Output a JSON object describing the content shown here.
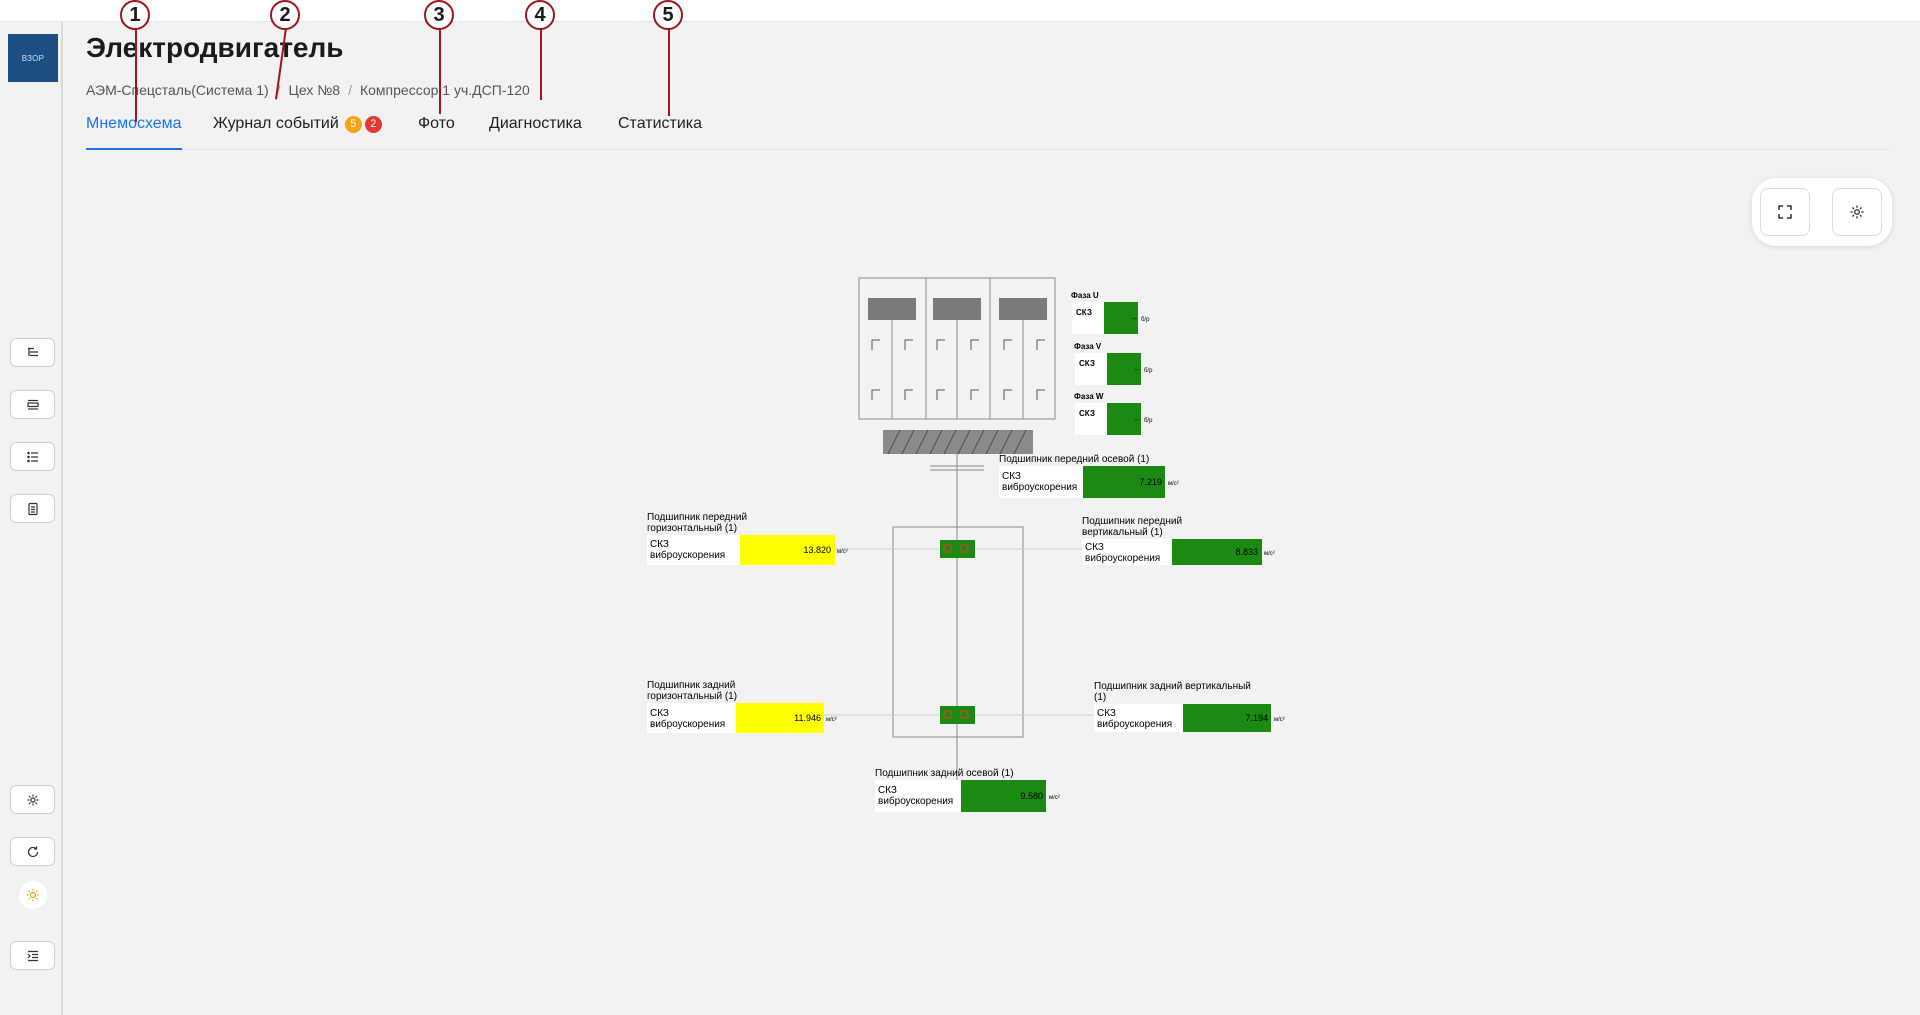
{
  "app": {
    "logo_text": "ВЗОР"
  },
  "header": {
    "title": "Электродвигатель",
    "breadcrumb": [
      "АЭМ-Спецсталь(Система 1)",
      "Цех №8",
      "Компрессор 1 уч.ДСП-120"
    ],
    "separator": "/"
  },
  "tabs": [
    {
      "label": "Мнемосхема",
      "active": true
    },
    {
      "label": "Журнал событий",
      "badges": [
        "5",
        "2"
      ]
    },
    {
      "label": "Фото"
    },
    {
      "label": "Диагностика"
    },
    {
      "label": "Статистика"
    }
  ],
  "annotations": [
    "1",
    "2",
    "3",
    "4",
    "5"
  ],
  "sidebar": {
    "top_icons": [
      "tree-view-icon",
      "form-list-icon",
      "list-icon",
      "document-icon"
    ],
    "bottom_icons": [
      "gear-icon",
      "refresh-icon",
      "sun-icon",
      "indent-menu-icon"
    ]
  },
  "toolbar": {
    "icons": [
      "fullscreen-icon",
      "gear-icon"
    ]
  },
  "colors": {
    "accent": "#1a73e8",
    "ok": "#1a8a12",
    "warn": "#ffff00",
    "badge_orange": "#f2a51a",
    "badge_red": "#e53935"
  },
  "mnemoscheme": {
    "phases": [
      {
        "name": "Фаза U",
        "label": "СКЗ",
        "value": "--",
        "unit": "б/р",
        "status": "ok"
      },
      {
        "name": "Фаза V",
        "label": "СКЗ",
        "value": "--",
        "unit": "б/р",
        "status": "ok"
      },
      {
        "name": "Фаза W",
        "label": "СКЗ",
        "value": "--",
        "unit": "б/р",
        "status": "ok"
      }
    ],
    "sensors": {
      "front_axial": {
        "title": "Подшипник передний осевой (1)",
        "label": [
          "СКЗ",
          "виброускорения"
        ],
        "value": "7.219",
        "unit": "м/с²",
        "status": "ok"
      },
      "front_horizontal": {
        "title": [
          "Подшипник передний",
          "горизонтальный (1)"
        ],
        "label": [
          "СКЗ",
          "виброускорения"
        ],
        "value": "13.820",
        "unit": "м/с²",
        "status": "warn"
      },
      "front_vertical": {
        "title": [
          "Подшипник передний",
          "вертикальный (1)"
        ],
        "label": [
          "СКЗ",
          "виброускорения"
        ],
        "value": "8.833",
        "unit": "м/с²",
        "status": "ok"
      },
      "rear_horizontal": {
        "title": [
          "Подшипник задний",
          "горизонтальный (1)"
        ],
        "label": [
          "СКЗ",
          "виброускорения"
        ],
        "value": "11.946",
        "unit": "м/с²",
        "status": "warn"
      },
      "rear_vertical": {
        "title": [
          "Подшипник задний вертикальный",
          "(1)"
        ],
        "label": [
          "СКЗ",
          "виброускорения"
        ],
        "value": "7.194",
        "unit": "м/с²",
        "status": "ok"
      },
      "rear_axial": {
        "title": "Подшипник задний осевой (1)",
        "label": [
          "СКЗ",
          "виброускорения"
        ],
        "value": "9.580",
        "unit": "м/с²",
        "status": "ok"
      }
    }
  }
}
